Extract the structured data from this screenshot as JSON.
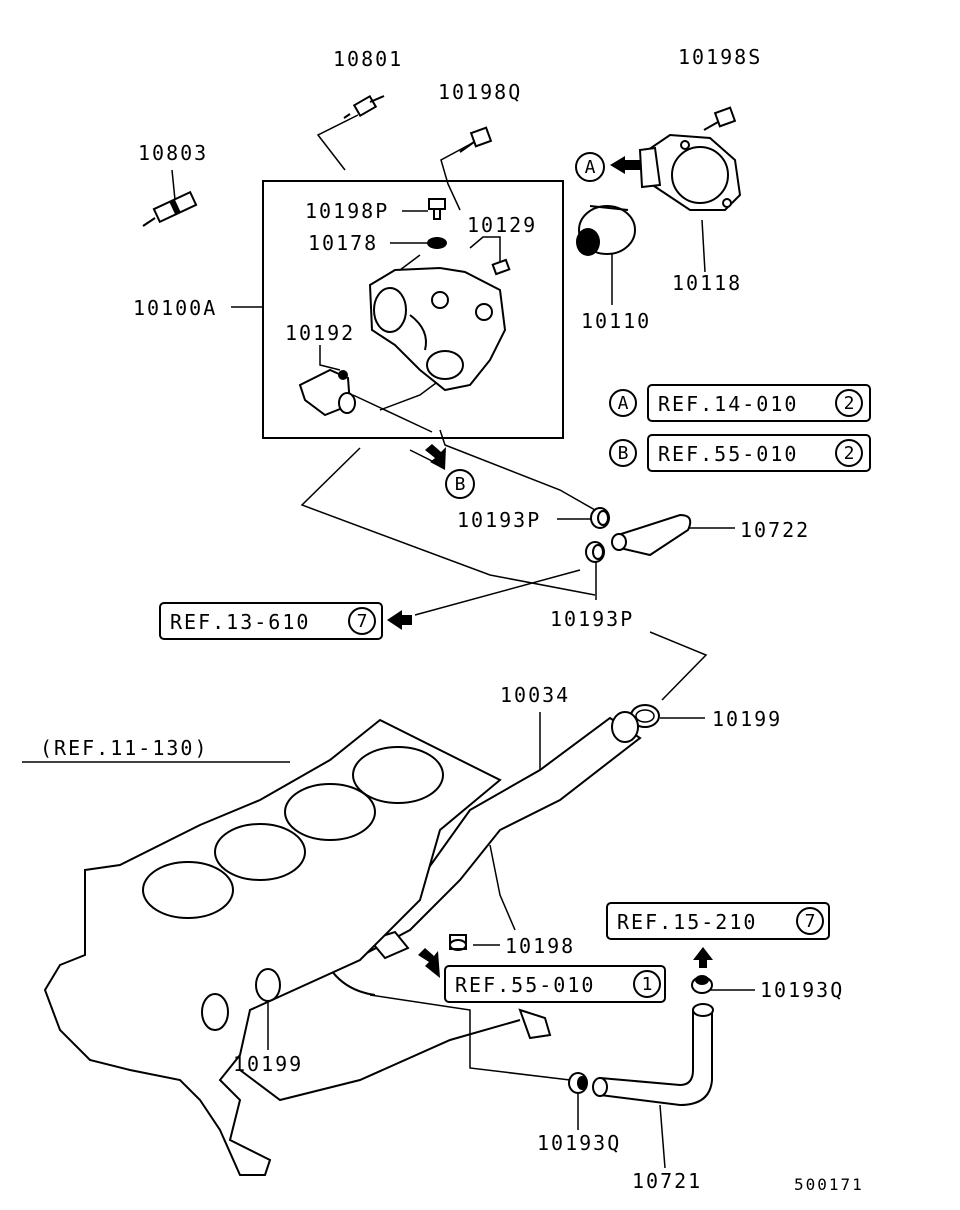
{
  "diagram": {
    "footer_code": "500171",
    "parts": {
      "p10801": "10801",
      "p10198Q": "10198Q",
      "p10198S": "10198S",
      "p10803": "10803",
      "p10198P": "10198P",
      "p10129": "10129",
      "p10178": "10178",
      "p10100A": "10100A",
      "p10118": "10118",
      "p10110": "10110",
      "p10192": "10192",
      "p10193P_a": "10193P",
      "p10722": "10722",
      "p10193P_b": "10193P",
      "p10034": "10034",
      "p10199_a": "10199",
      "p10198": "10198",
      "p10193Q_a": "10193Q",
      "p10199_b": "10199",
      "p10193Q_b": "10193Q",
      "p10721": "10721"
    },
    "refs": {
      "ref_a": {
        "letter": "A",
        "text": "REF.14-010",
        "num": "2"
      },
      "ref_b": {
        "letter": "B",
        "text": "REF.55-010",
        "num": "2"
      },
      "ref_13": {
        "text": "REF.13-610",
        "num": "7"
      },
      "ref_11": {
        "text": "(REF.11-130)"
      },
      "ref_15": {
        "text": "REF.15-210",
        "num": "7"
      },
      "ref_55": {
        "text": "REF.55-010",
        "num": "1"
      }
    },
    "markers": {
      "a": "A",
      "b": "B"
    }
  }
}
